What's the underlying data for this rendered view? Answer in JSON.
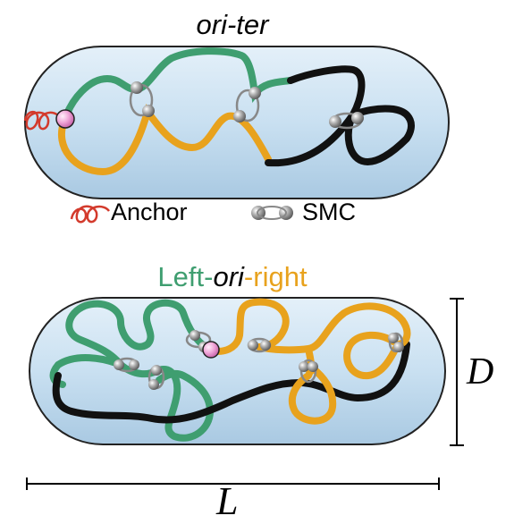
{
  "top_panel": {
    "title": "ori-ter"
  },
  "legend": {
    "anchor_label": "Anchor",
    "smc_label": "SMC"
  },
  "bottom_panel": {
    "title_parts": [
      "Left",
      "-",
      "ori",
      "-",
      "right"
    ]
  },
  "dimensions": {
    "diameter_label": "D",
    "length_label": "L"
  },
  "colors": {
    "left_arm": "#3f9e70",
    "right_arm": "#e8a21d",
    "terminus": "#111111",
    "anchor": "#d33a2c",
    "ori_bead": "#f0a6d8",
    "smc": "#9a9a9a",
    "cell_fill": "#cfe4f3"
  }
}
